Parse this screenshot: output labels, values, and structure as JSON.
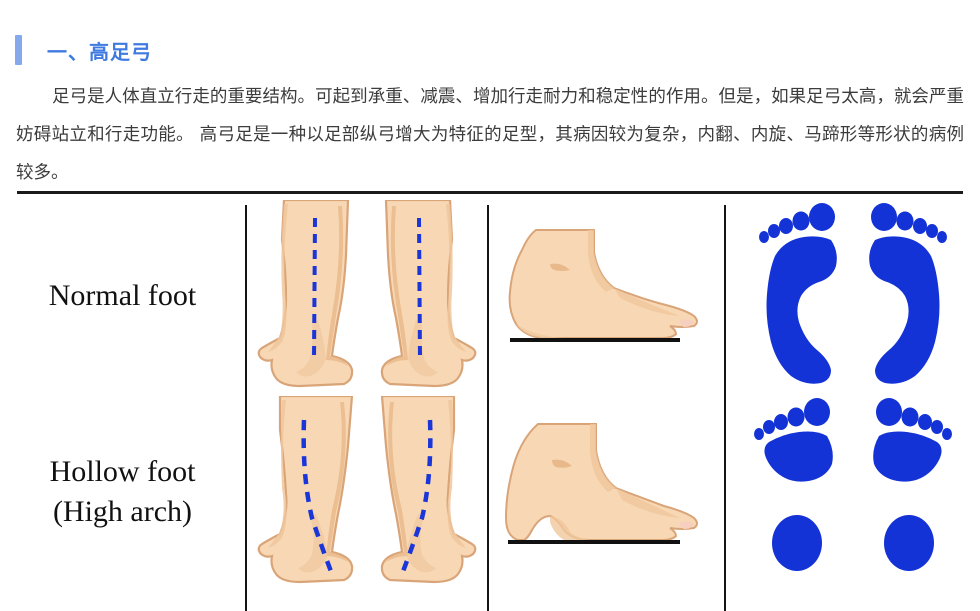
{
  "heading": {
    "label": "一、高足弓",
    "accent_color": "#84a9ec",
    "text_color": "#3f7ae0"
  },
  "body": {
    "paragraph": "足弓是人体直立行走的重要结构。可起到承重、减震、增加行走耐力和稳定性的作用。但是，如果足弓太高，就会严重妨碍站立和行走功能。 高弓足是一种以足部纵弓增大为特征的足型，其病因较为复杂，内翻、内旋、马蹄形等形状的病例较多。"
  },
  "comparison_table": {
    "rows": [
      {
        "label": "Normal foot",
        "label_line1": "Normal foot",
        "label_line2": "",
        "legs_caption": "rear-view-legs-straight-axis",
        "profile_caption": "side-view-foot-normal-arch",
        "footprint_caption": "footprint-normal-connected-arch"
      },
      {
        "label": "Hollow foot (High arch)",
        "label_line1": "Hollow foot",
        "label_line2": "(High arch)",
        "legs_caption": "rear-view-legs-curved-axis",
        "profile_caption": "side-view-foot-high-arch",
        "footprint_caption": "footprint-high-arch-separated"
      }
    ]
  },
  "colors": {
    "footprint_blue": "#1433d6",
    "skin_light": "#fadfc0",
    "skin_mid": "#f6cfa8",
    "skin_shadow": "#e8b98a",
    "skin_outline": "#d9a478",
    "axis_line_blue": "#1a35d8",
    "ground_line": "#111111",
    "table_rule": "#141414"
  }
}
